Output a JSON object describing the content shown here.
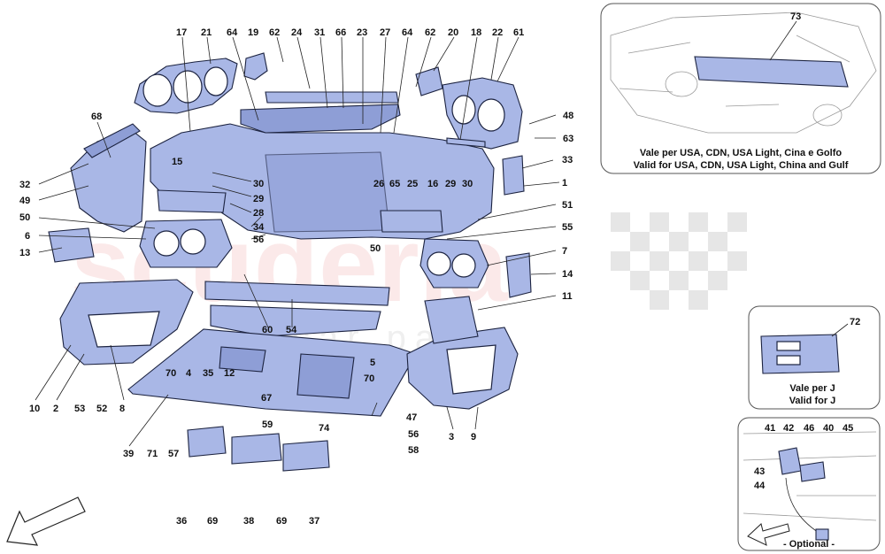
{
  "watermark": {
    "brand": "scuderia",
    "sub": "car parts",
    "checker_color": "#d9d9d9",
    "text_color": "#f0c0c0"
  },
  "colors": {
    "part_fill": "#a9b7e6",
    "outline": "#1c2340",
    "text": "#111111"
  },
  "inset_usa": {
    "ref": "73",
    "caption_it": "Vale per USA, CDN, USA Light, Cina e Golfo",
    "caption_en": "Valid for USA, CDN, USA Light, China and Gulf"
  },
  "inset_j": {
    "ref": "72",
    "caption_it": "Vale per J",
    "caption_en": "Valid for J"
  },
  "inset_optional": {
    "refs": [
      "41",
      "42",
      "46",
      "40",
      "45",
      "43",
      "44"
    ],
    "caption": "- Optional -"
  },
  "labels": {
    "l17": "17",
    "l21": "21",
    "l64a": "64",
    "l19": "19",
    "l62a": "62",
    "l24": "24",
    "l31": "31",
    "l66": "66",
    "l23": "23",
    "l27": "27",
    "l64b": "64",
    "l62b": "62",
    "l20": "20",
    "l18": "18",
    "l22": "22",
    "l61": "61",
    "l48": "48",
    "l63": "63",
    "l68": "68",
    "l15": "15",
    "l30a": "30",
    "l29a": "29",
    "l28": "28",
    "l34": "34",
    "l56a": "56",
    "l32": "32",
    "l49": "49",
    "l50a": "50",
    "l6": "6",
    "l13": "13",
    "l26": "26",
    "l65": "65",
    "l25": "25",
    "l16": "16",
    "l29b": "29",
    "l30b": "30",
    "l33": "33",
    "l1": "1",
    "l51": "51",
    "l55": "55",
    "l50b": "50",
    "l7": "7",
    "l14": "14",
    "l11": "11",
    "l60": "60",
    "l54": "54",
    "l10": "10",
    "l2": "2",
    "l53": "53",
    "l52": "52",
    "l8": "8",
    "l70a": "70",
    "l4": "4",
    "l35": "35",
    "l12": "12",
    "l5": "5",
    "l70b": "70",
    "l67": "67",
    "l47": "47",
    "l39": "39",
    "l71": "71",
    "l57": "57",
    "l59": "59",
    "l74": "74",
    "l56b": "56",
    "l58": "58",
    "l3": "3",
    "l9": "9",
    "l36": "36",
    "l69a": "69",
    "l38": "38",
    "l69b": "69",
    "l37": "37"
  }
}
